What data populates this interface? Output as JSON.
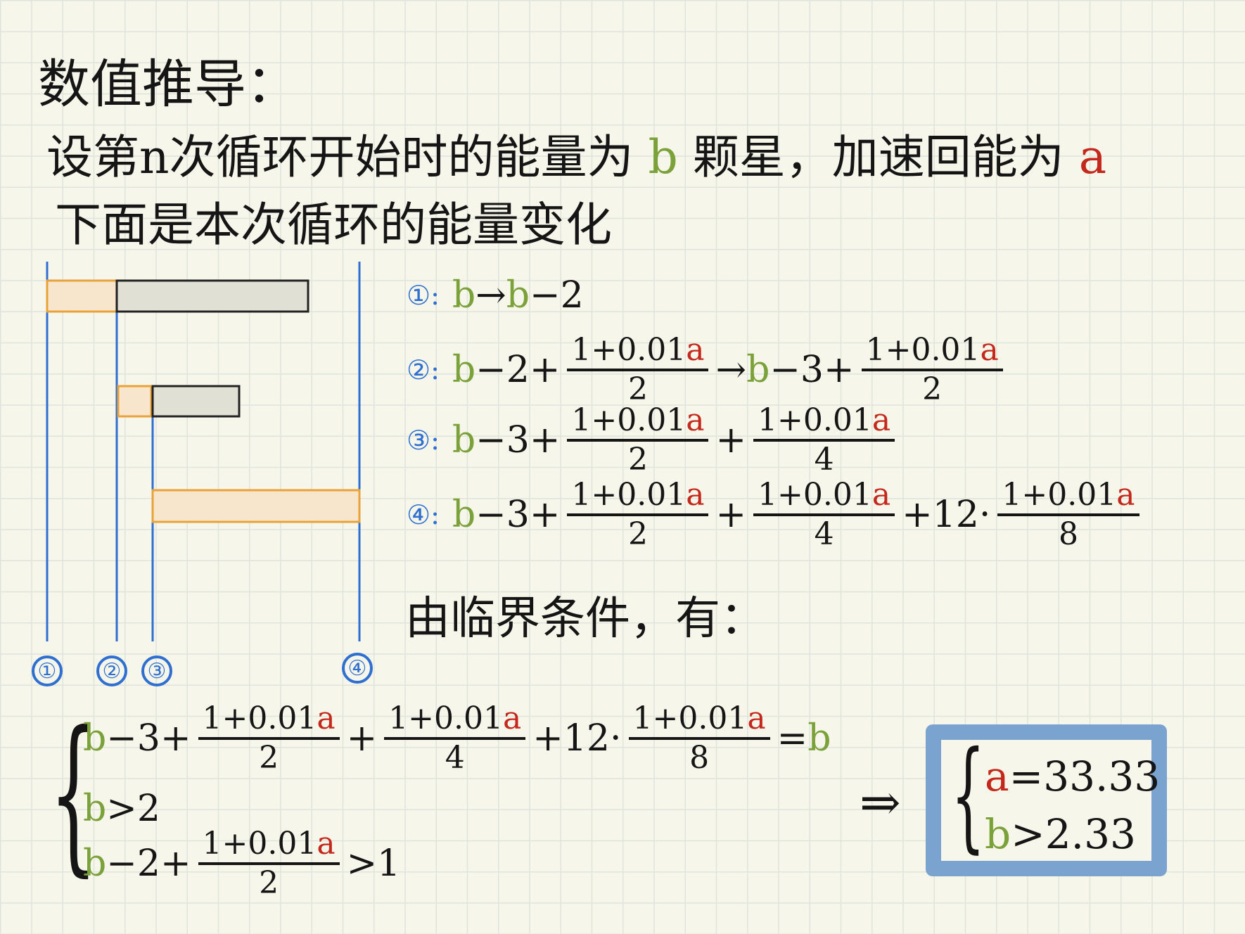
{
  "title": "数值推导：",
  "intro": {
    "line1_prefix": "设第n次循环开始时的能量为",
    "b": "b",
    "line1_mid": "颗星，加速回能为",
    "a": "a",
    "line2": "下面是本次循环的能量变化"
  },
  "timeline_markers": [
    "①",
    "②",
    "③",
    "④"
  ],
  "steps": [
    {
      "label": "①:",
      "expr": [
        {
          "t": "b",
          "c": "g"
        },
        {
          "t": "→ "
        },
        {
          "t": "b",
          "c": "g"
        },
        {
          "t": "−2"
        }
      ]
    },
    {
      "label": "②:",
      "expr": [
        {
          "t": "b",
          "c": "g"
        },
        {
          "t": "−2+"
        },
        {
          "frac": [
            "1+0.01",
            "a",
            "2"
          ]
        },
        {
          "t": "→ "
        },
        {
          "t": "b",
          "c": "g"
        },
        {
          "t": "−3+"
        },
        {
          "frac": [
            "1+0.01",
            "a",
            "2"
          ]
        }
      ]
    },
    {
      "label": "③:",
      "expr": [
        {
          "t": "b",
          "c": "g"
        },
        {
          "t": "−3+"
        },
        {
          "frac": [
            "1+0.01",
            "a",
            "2"
          ]
        },
        {
          "t": "+"
        },
        {
          "frac": [
            "1+0.01",
            "a",
            "4"
          ]
        }
      ]
    },
    {
      "label": "④:",
      "expr": [
        {
          "t": "b",
          "c": "g"
        },
        {
          "t": "−3+"
        },
        {
          "frac": [
            "1+0.01",
            "a",
            "2"
          ]
        },
        {
          "t": "+"
        },
        {
          "frac": [
            "1+0.01",
            "a",
            "4"
          ]
        },
        {
          "t": "+12·"
        },
        {
          "frac": [
            "1+0.01",
            "a",
            "8"
          ]
        }
      ]
    }
  ],
  "conclusion": "由临界条件，有：",
  "system": [
    [
      {
        "t": "b",
        "c": "g"
      },
      {
        "t": "−3+"
      },
      {
        "frac": [
          "1+0.01",
          "a",
          "2"
        ]
      },
      {
        "t": "+"
      },
      {
        "frac": [
          "1+0.01",
          "a",
          "4"
        ]
      },
      {
        "t": "+12·"
      },
      {
        "frac": [
          "1+0.01",
          "a",
          "8"
        ]
      },
      {
        "t": "="
      },
      {
        "t": "b",
        "c": "g"
      }
    ],
    [
      {
        "t": "b",
        "c": "g"
      },
      {
        "t": ">2"
      }
    ],
    [
      {
        "t": "b",
        "c": "g"
      },
      {
        "t": "−2+"
      },
      {
        "frac": [
          "1+0.01",
          "a",
          "2"
        ]
      },
      {
        "t": ">1"
      }
    ]
  ],
  "implies": "⇒",
  "answer": {
    "a_var": "a",
    "a_val": "=33.33",
    "b_var": "b",
    "b_val": ">2.33"
  },
  "colors": {
    "green": "#7aa13a",
    "red": "#c4281c",
    "blue": "#2f6fd0",
    "orange": "#e8a23a",
    "box": "#7aa3cf"
  }
}
